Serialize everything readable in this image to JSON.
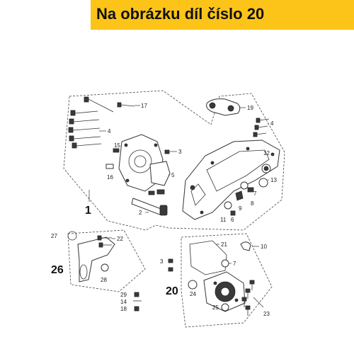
{
  "banner": {
    "text": "Na obrázku díl číslo 20",
    "bg": "#fcc419"
  },
  "labels": {
    "l17": "17",
    "l19": "19",
    "l4a": "4",
    "l4b": "4",
    "l3a": "3",
    "l15": "15",
    "l16": "16",
    "l5": "5",
    "l12": "12",
    "l13": "13",
    "l2": "2",
    "l8": "8",
    "l9": "9",
    "l11": "11",
    "l6": "6",
    "l7a": "7",
    "l1": "1",
    "l27": "27",
    "l22": "22",
    "l26": "26",
    "l28": "28",
    "l21": "21",
    "l10": "10",
    "l3b": "3",
    "l7b": "7",
    "l20": "20",
    "l24": "24",
    "l25": "25",
    "l23": "23",
    "l29": "29",
    "l14": "14",
    "l18": "18"
  }
}
